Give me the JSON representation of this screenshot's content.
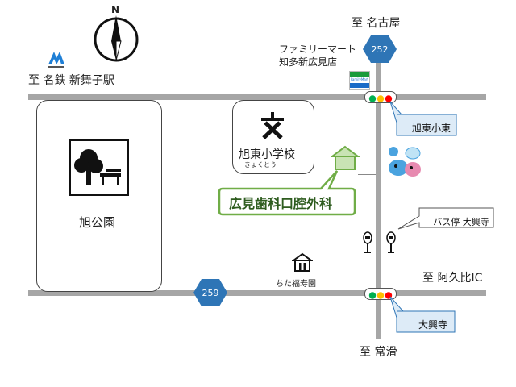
{
  "directions": {
    "north": "至 名古屋",
    "south": "至 常滑",
    "east": "至 阿久比IC",
    "west_station": "至 名鉄 新舞子駅"
  },
  "compass": {
    "letter": "N"
  },
  "routes": {
    "north_route": "252",
    "west_route": "259"
  },
  "landmarks": {
    "familymart_line1": "ファミリーマート",
    "familymart_line2": "知多新広見店",
    "familymart_sign": "FamilyMart",
    "park_name": "旭公園",
    "school_name": "旭東小学校",
    "school_reading": "きょくとう",
    "nursing_home": "ちた福寿園"
  },
  "clinic": {
    "name": "広見歯科口腔外科"
  },
  "intersections": {
    "north": "旭東小東",
    "south": "大興寺"
  },
  "bus_stop": {
    "label": "バス停 大興寺"
  },
  "colors": {
    "road": "#a6a6a6",
    "route_sign": "#2e75b6",
    "clinic_green": "#70ad47",
    "callout_fill": "#ddebf7",
    "callout_border": "#2e75b6",
    "signal_red": "#ff0000",
    "signal_yellow": "#ffc000",
    "signal_green": "#00b050"
  }
}
